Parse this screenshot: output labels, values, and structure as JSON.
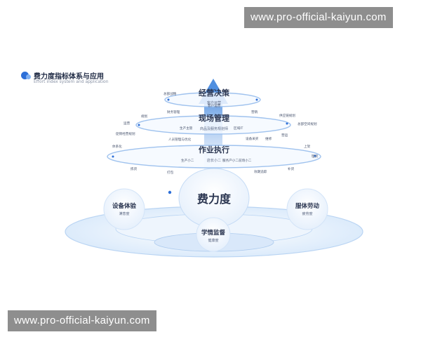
{
  "watermark": {
    "top": "www.pro-official-kaiyun.com",
    "bottom": "www.pro-official-kaiyun.com"
  },
  "header": {
    "title": "费力度指标体系与应用",
    "subtitle": "Effort index system and application"
  },
  "colors": {
    "accent": "#2d6fd8",
    "ring": "#9fc2ee",
    "fill_light": "#eaf3fd"
  },
  "levels": {
    "top": {
      "title": "经营决策",
      "subtitle": "客户运营"
    },
    "middle": {
      "title": "现场管理",
      "subtitle": "商品及服务规划师"
    },
    "bottom": {
      "title": "作业执行",
      "subtitle": "店长小二"
    }
  },
  "core": {
    "title": "费力度"
  },
  "sides": {
    "left": {
      "title": "设备体验",
      "subtitle": "满意度"
    },
    "right": {
      "title": "服体劳动",
      "subtitle": "疲劳度"
    },
    "bottom": {
      "title": "学情监督",
      "subtitle": "健康度"
    }
  },
  "tags": {
    "t1": "总部战略",
    "t2": "客户运营",
    "t3": "财务管理",
    "t4": "规划",
    "t5": "营销",
    "t6": "运营",
    "t7": "供应链规划",
    "t8": "生产主管",
    "t9": "区域IT",
    "t10": "总部空间规划",
    "t11": "促销经营规划",
    "t12": "人员管理与优化",
    "t13": "设备采买",
    "t14": "维修",
    "t15": "营运",
    "t16": "体系化",
    "t17": "上架",
    "t18": "理货",
    "t19": "拣货",
    "t20": "打包",
    "t21": "生产小二",
    "t22": "服务产小二",
    "t23": "前场小二",
    "t24": "效期追踪",
    "t25": "补货"
  }
}
